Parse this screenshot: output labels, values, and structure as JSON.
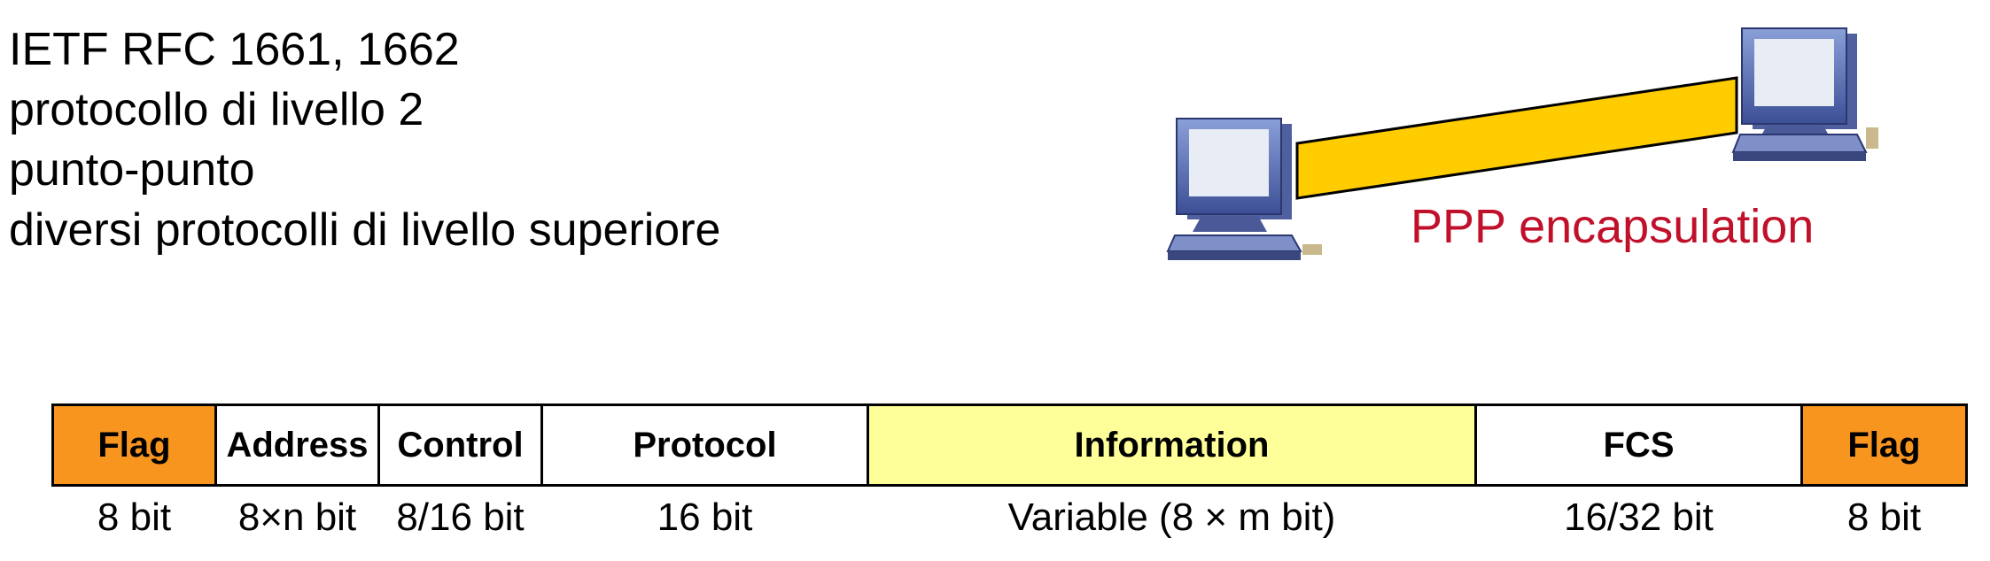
{
  "bullets": [
    "IETF RFC 1661, 1662",
    "protocollo di livello 2",
    "punto-punto",
    "diversi protocolli di livello superiore"
  ],
  "link_label": "PPP encapsulation",
  "frame": {
    "fields": [
      "Flag",
      "Address",
      "Control",
      "Protocol",
      "Information",
      "FCS",
      "Flag"
    ],
    "sizes": [
      "8 bit",
      "8×n bit",
      "8/16 bit",
      "16 bit",
      "Variable (8 × m bit)",
      "16/32 bit",
      "8 bit"
    ]
  },
  "icons": [
    "computer-icon",
    "computer-icon"
  ],
  "colors": {
    "flag": "#f7951f",
    "information": "#ffff99",
    "link": "#ffcc00",
    "label": "#c0102a"
  }
}
